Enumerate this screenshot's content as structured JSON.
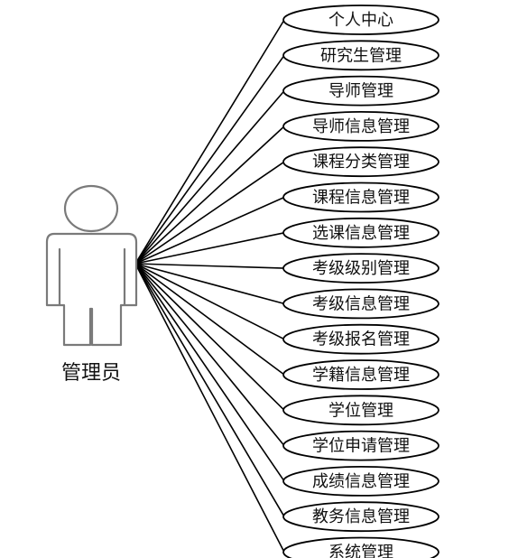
{
  "actor": {
    "name": "管理员",
    "icon": "person-icon"
  },
  "use_cases": [
    {
      "label": "个人中心"
    },
    {
      "label": "研究生管理"
    },
    {
      "label": "导师管理"
    },
    {
      "label": "导师信息管理"
    },
    {
      "label": "课程分类管理"
    },
    {
      "label": "课程信息管理"
    },
    {
      "label": "选课信息管理"
    },
    {
      "label": "考级级别管理"
    },
    {
      "label": "考级信息管理"
    },
    {
      "label": "考级报名管理"
    },
    {
      "label": "学籍信息管理"
    },
    {
      "label": "学位管理"
    },
    {
      "label": "学位申请管理"
    },
    {
      "label": "成绩信息管理"
    },
    {
      "label": "教务信息管理"
    },
    {
      "label": "系统管理"
    }
  ],
  "colors": {
    "stroke": "#000000",
    "actor_stroke": "#7a7a7a",
    "fill": "#ffffff",
    "text": "#111111"
  }
}
